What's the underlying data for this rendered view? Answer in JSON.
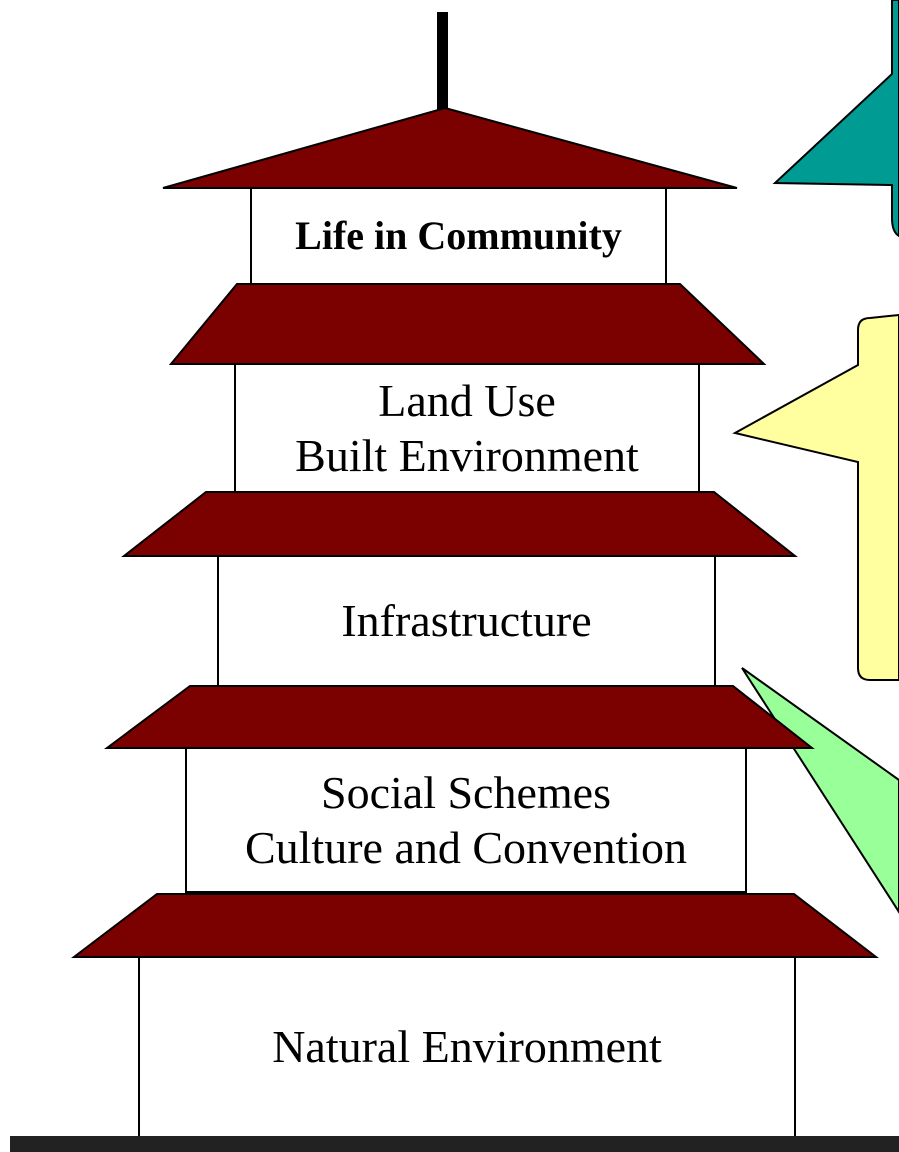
{
  "tiers": {
    "life_in_community": "Life in Community",
    "land_use": {
      "line1": "Land Use",
      "line2": "Built Environment"
    },
    "infrastructure": "Infrastructure",
    "social_schemes": {
      "line1": "Social Schemes",
      "line2": "Culture and Convention"
    },
    "natural_environment": "Natural Environment"
  },
  "colors": {
    "roof": "#7b0000",
    "callout_teal": "#009c94",
    "callout_yellow": "#ffffa0",
    "callout_green": "#99ff99",
    "ground": "#222222"
  }
}
